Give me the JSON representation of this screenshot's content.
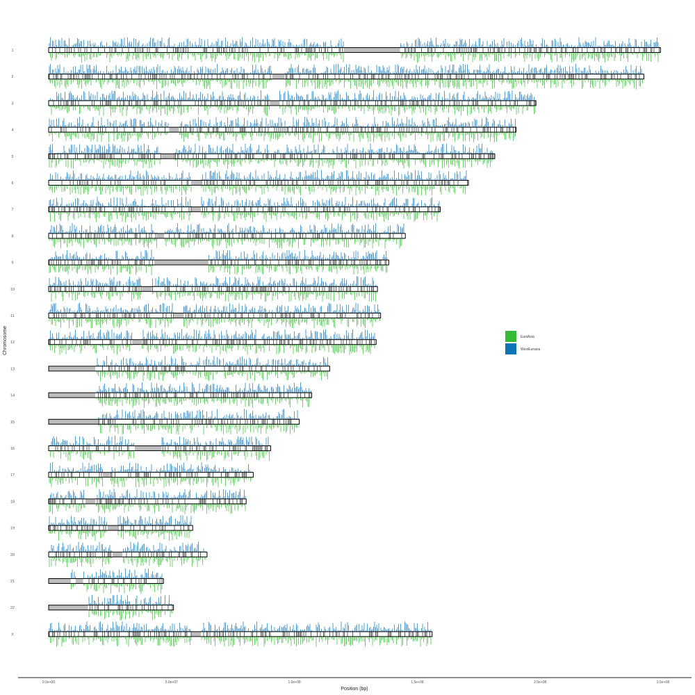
{
  "chart_data": {
    "type": "ideogram",
    "title": "",
    "xlabel": "Position (bp)",
    "ylabel": "Chromosome",
    "xlim": [
      0,
      250000000
    ],
    "x_ticks": [
      {
        "value": 0,
        "label": "0.0e+00"
      },
      {
        "value": 50000000,
        "label": "5.0e+07"
      },
      {
        "value": 100000000,
        "label": "1.0e+08"
      },
      {
        "value": 150000000,
        "label": "1.5e+08"
      },
      {
        "value": 200000000,
        "label": "2.0e+08"
      },
      {
        "value": 250000000,
        "label": "2.5e+08"
      }
    ],
    "legend_position": "right",
    "series": [
      {
        "name": "EastAsia",
        "color": "#33bb33",
        "direction": "down"
      },
      {
        "name": "WestEurasia",
        "color": "#0d74b5",
        "direction": "up"
      }
    ],
    "chromosomes": [
      {
        "label": "1",
        "length": 248956422,
        "gaps": [
          [
            120000000,
            143000000
          ]
        ]
      },
      {
        "label": "2",
        "length": 242193529,
        "gaps": [
          [
            91000000,
            96000000
          ]
        ]
      },
      {
        "label": "3",
        "length": 198295559,
        "gaps": [
          [
            90000000,
            94000000
          ]
        ]
      },
      {
        "label": "4",
        "length": 190214555,
        "gaps": [
          [
            49000000,
            53000000
          ]
        ]
      },
      {
        "label": "5",
        "length": 181538259,
        "gaps": [
          [
            46000000,
            51000000
          ]
        ]
      },
      {
        "label": "6",
        "length": 170805979,
        "gaps": [
          [
            58000000,
            62000000
          ]
        ]
      },
      {
        "label": "7",
        "length": 159345973,
        "gaps": [
          [
            58000000,
            62000000
          ]
        ]
      },
      {
        "label": "8",
        "length": 145138636,
        "gaps": [
          [
            44000000,
            47000000
          ]
        ]
      },
      {
        "label": "9",
        "length": 138394717,
        "gaps": [
          [
            43000000,
            65000000
          ]
        ]
      },
      {
        "label": "10",
        "length": 133797422,
        "gaps": [
          [
            38000000,
            42000000
          ]
        ]
      },
      {
        "label": "11",
        "length": 135086622,
        "gaps": [
          [
            51000000,
            55000000
          ]
        ]
      },
      {
        "label": "12",
        "length": 133275309,
        "gaps": [
          [
            34000000,
            38000000
          ]
        ]
      },
      {
        "label": "13",
        "length": 114364328,
        "gaps": [
          [
            0,
            19000000
          ]
        ]
      },
      {
        "label": "14",
        "length": 107043718,
        "gaps": [
          [
            0,
            19000000
          ]
        ]
      },
      {
        "label": "15",
        "length": 101991189,
        "gaps": [
          [
            0,
            20000000
          ]
        ]
      },
      {
        "label": "16",
        "length": 90338345,
        "gaps": [
          [
            35000000,
            46000000
          ]
        ]
      },
      {
        "label": "17",
        "length": 83257441,
        "gaps": [
          [
            22000000,
            25000000
          ]
        ]
      },
      {
        "label": "18",
        "length": 80373285,
        "gaps": [
          [
            15000000,
            19000000
          ]
        ]
      },
      {
        "label": "19",
        "length": 58617616,
        "gaps": [
          [
            24000000,
            28000000
          ]
        ]
      },
      {
        "label": "20",
        "length": 64444167,
        "gaps": [
          [
            26000000,
            30000000
          ]
        ]
      },
      {
        "label": "21",
        "length": 46709983,
        "gaps": [
          [
            0,
            9000000
          ],
          [
            11000000,
            14000000
          ]
        ]
      },
      {
        "label": "22",
        "length": 50818468,
        "gaps": [
          [
            0,
            16000000
          ]
        ]
      },
      {
        "label": "X",
        "length": 156040895,
        "gaps": [
          [
            58000000,
            62000000
          ]
        ]
      }
    ]
  }
}
